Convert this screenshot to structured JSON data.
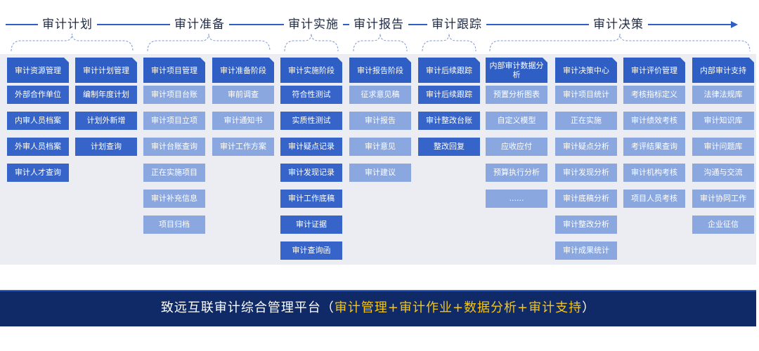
{
  "colors": {
    "line": "#2f5fc4",
    "header_bg": "#2f5fc4",
    "cell_dark": "#3764c8",
    "cell_light": "#8aa7e0",
    "panel_bg": "#ebedf2",
    "footer_bg": "#0f2a66",
    "footer_accent": "#f5c518"
  },
  "phases": [
    {
      "label": "审计计划"
    },
    {
      "label": "审计准备"
    },
    {
      "label": "审计实施"
    },
    {
      "label": "审计报告"
    },
    {
      "label": "审计跟踪"
    },
    {
      "label": "审计决策"
    }
  ],
  "columns": [
    {
      "title": "审计资源管理",
      "items": [
        {
          "label": "外部合作单位",
          "style": "dark"
        },
        {
          "label": "内审人员档案",
          "style": "dark"
        },
        {
          "label": "外审人员档案",
          "style": "dark"
        },
        {
          "label": "审计人才查询",
          "style": "dark"
        }
      ]
    },
    {
      "title": "审计计划管理",
      "items": [
        {
          "label": "编制年度计划",
          "style": "dark"
        },
        {
          "label": "计划外新增",
          "style": "dark"
        },
        {
          "label": "计划查询",
          "style": "dark"
        }
      ]
    },
    {
      "title": "审计项目管理",
      "items": [
        {
          "label": "审计项目台账",
          "style": "light"
        },
        {
          "label": "审计项目立项",
          "style": "light"
        },
        {
          "label": "审计台账查询",
          "style": "light"
        },
        {
          "label": "正在实施项目",
          "style": "light"
        },
        {
          "label": "审计补充信息",
          "style": "light"
        },
        {
          "label": "项目归档",
          "style": "light"
        }
      ]
    },
    {
      "title": "审计准备阶段",
      "items": [
        {
          "label": "审前调查",
          "style": "light"
        },
        {
          "label": "审计通知书",
          "style": "light"
        },
        {
          "label": "审计工作方案",
          "style": "light"
        }
      ]
    },
    {
      "title": "审计实施阶段",
      "items": [
        {
          "label": "符合性测试",
          "style": "dark"
        },
        {
          "label": "实质性测试",
          "style": "dark"
        },
        {
          "label": "审计疑点记录",
          "style": "dark"
        },
        {
          "label": "审计发现记录",
          "style": "dark"
        },
        {
          "label": "审计工作底稿",
          "style": "dark"
        },
        {
          "label": "审计证据",
          "style": "dark"
        },
        {
          "label": "审计查询函",
          "style": "dark"
        }
      ]
    },
    {
      "title": "审计报告阶段",
      "items": [
        {
          "label": "征求意见稿",
          "style": "light"
        },
        {
          "label": "审计报告",
          "style": "light"
        },
        {
          "label": "审计意见",
          "style": "light"
        },
        {
          "label": "审计建议",
          "style": "light"
        }
      ]
    },
    {
      "title": "审计后续跟踪",
      "items": [
        {
          "label": "审计后续跟踪",
          "style": "dark"
        },
        {
          "label": "审计整改台账",
          "style": "dark"
        },
        {
          "label": "整改回复",
          "style": "dark"
        }
      ]
    },
    {
      "title": "内部审计数据分析",
      "items": [
        {
          "label": "预置分析图表",
          "style": "light"
        },
        {
          "label": "自定义模型",
          "style": "light"
        },
        {
          "label": "应收应付",
          "style": "light"
        },
        {
          "label": "预算执行分析",
          "style": "light"
        },
        {
          "label": "......",
          "style": "light"
        }
      ]
    },
    {
      "title": "审计决策中心",
      "items": [
        {
          "label": "审计项目统计",
          "style": "light"
        },
        {
          "label": "正在实施",
          "style": "light"
        },
        {
          "label": "审计疑点分析",
          "style": "light"
        },
        {
          "label": "审计发现分析",
          "style": "light"
        },
        {
          "label": "审计底稿分析",
          "style": "light"
        },
        {
          "label": "审计整改分析",
          "style": "light"
        },
        {
          "label": "审计成果统计",
          "style": "light"
        }
      ]
    },
    {
      "title": "审计评价管理",
      "items": [
        {
          "label": "考核指标定义",
          "style": "light"
        },
        {
          "label": "审计绩效考核",
          "style": "light"
        },
        {
          "label": "考评结果查询",
          "style": "light"
        },
        {
          "label": "审计机构考核",
          "style": "light"
        },
        {
          "label": "项目人员考核",
          "style": "light"
        }
      ]
    },
    {
      "title": "内部审计支持",
      "items": [
        {
          "label": "法律法规库",
          "style": "light"
        },
        {
          "label": "审计知识库",
          "style": "light"
        },
        {
          "label": "审计问题库",
          "style": "light"
        },
        {
          "label": "沟通与交流",
          "style": "light"
        },
        {
          "label": "审计协同工作",
          "style": "light"
        },
        {
          "label": "企业征信",
          "style": "light"
        }
      ]
    }
  ],
  "footer": {
    "prefix": "致远互联审计综合管理平台（",
    "highlight": "审计管理+审计作业+数据分析+审计支持",
    "suffix": "）"
  }
}
